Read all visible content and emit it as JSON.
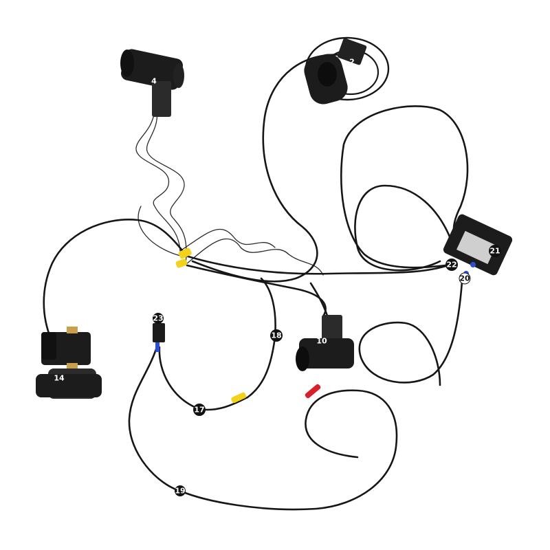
{
  "image": {
    "description": "Product photo of a wiring harness with numbered components on a white background",
    "background": "#ffffff"
  },
  "components": [
    {
      "id": "4",
      "label": "4",
      "kind": "flow-sensor-valve",
      "color": "#1c1c1c"
    },
    {
      "id": "2",
      "label": "2",
      "kind": "valve-with-coil",
      "color": "#1c1c1c"
    },
    {
      "id": "21",
      "label": "21",
      "kind": "control-box",
      "color": "#1c1c1c"
    },
    {
      "id": "22",
      "label": "22",
      "kind": "terminal-tag",
      "color": "#111111"
    },
    {
      "id": "20",
      "label": "20",
      "kind": "terminal-tag",
      "color": "#ffffff"
    },
    {
      "id": "14",
      "label": "14",
      "kind": "solenoid-valve",
      "color": "#1c1c1c"
    },
    {
      "id": "10",
      "label": "10",
      "kind": "flow-switch",
      "color": "#1c1c1c"
    },
    {
      "id": "23",
      "label": "23",
      "kind": "connector",
      "color": "#111111"
    },
    {
      "id": "18",
      "label": "18",
      "kind": "wire-tag",
      "color": "#111111"
    },
    {
      "id": "17",
      "label": "17",
      "kind": "wire-tag",
      "color": "#111111"
    },
    {
      "id": "19",
      "label": "19",
      "kind": "wire-tag",
      "color": "#111111"
    }
  ],
  "connectors": {
    "yellow": "#f2d21a",
    "red": "#d8202a",
    "blue": "#2b4fd0",
    "brass": "#c9a04a"
  }
}
